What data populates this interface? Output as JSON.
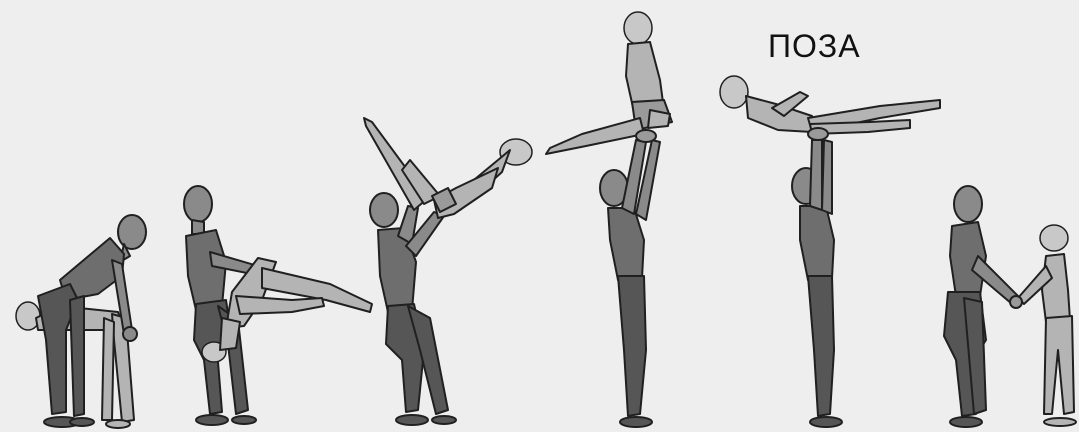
{
  "caption": {
    "text": "ПОЗА"
  },
  "figures": [
    {
      "id": "stage-1",
      "description_key": "bend-lift-start"
    },
    {
      "id": "stage-2",
      "description_key": "squat-hold"
    },
    {
      "id": "stage-3",
      "description_key": "overhead-pivot"
    },
    {
      "id": "stage-4",
      "description_key": "shoulder-stand"
    },
    {
      "id": "stage-5",
      "description_key": "horizontal-pose"
    },
    {
      "id": "stage-6",
      "description_key": "dismount-hands"
    }
  ],
  "colors": {
    "background": "#eeeeee",
    "male_body": "#6e6e6e",
    "male_legs": "#565656",
    "female_body": "#b4b4b4"
  }
}
